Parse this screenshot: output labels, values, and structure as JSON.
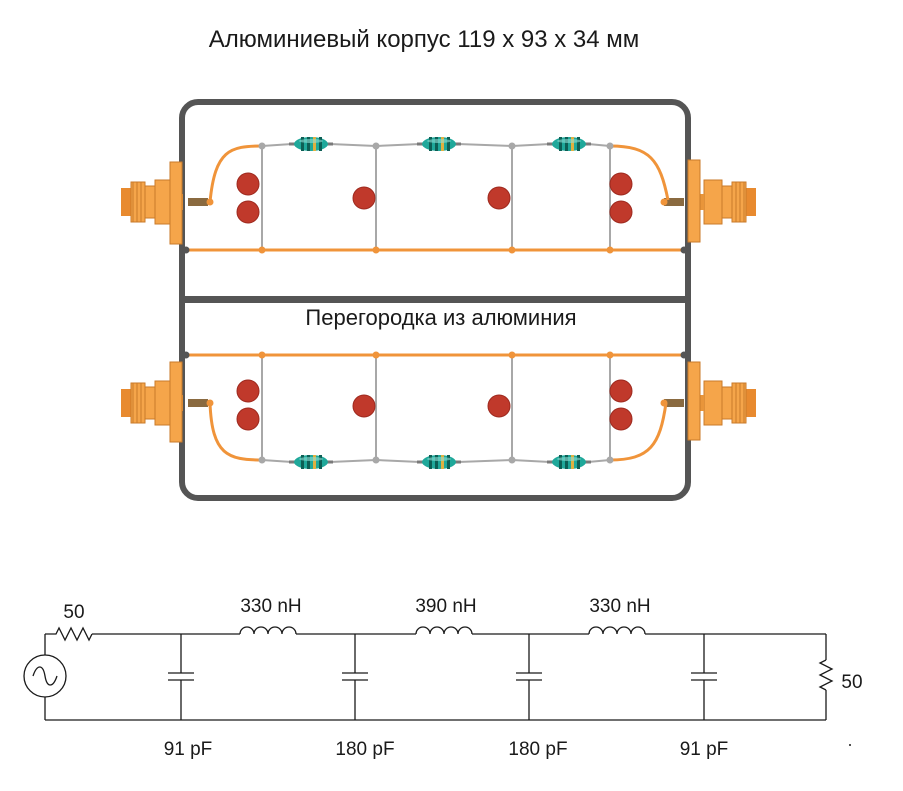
{
  "title": "Алюминиевый корпус 119 x 93 x 34 мм",
  "partition_label": "Перегородка из алюминия",
  "colors": {
    "enclosure": "#555555",
    "trace": "#f0943a",
    "connector": "#f5a54a",
    "capacitor": "#c0392b",
    "inductor": "#1fa89a",
    "wire": "#a8a8a8",
    "schematic": "#1a1a1a"
  },
  "schematic": {
    "source_resistor": "50",
    "load_resistor": "50",
    "inductors": [
      "330 nH",
      "390 nH",
      "330 nH"
    ],
    "capacitors": [
      "91 pF",
      "180 pF",
      "180 pF",
      "91 pF"
    ]
  }
}
